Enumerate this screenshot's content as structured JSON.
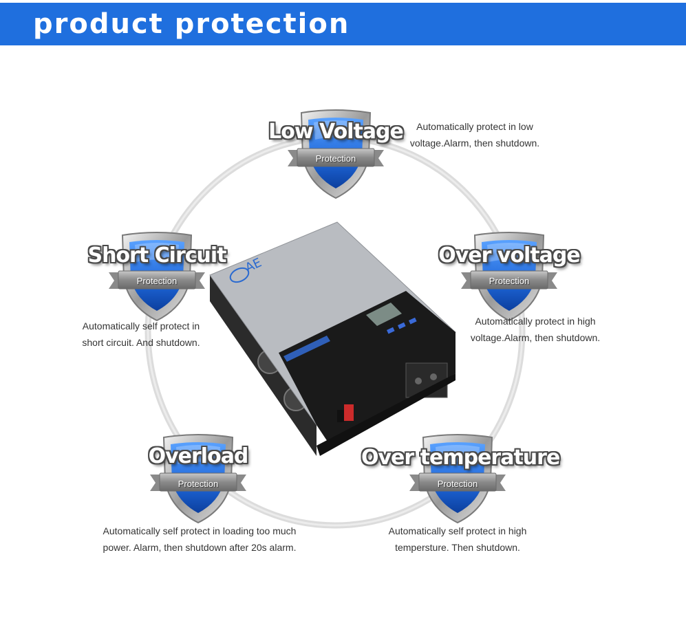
{
  "header": {
    "title": "product protection"
  },
  "protections": [
    {
      "title": "Low Voltage",
      "ribbon": "Protection",
      "desc1": "Automatically protect in low",
      "desc2": "voltage.Alarm, then shutdown."
    },
    {
      "title": "Short Circuit",
      "ribbon": "Protection",
      "desc1": "Automatically self protect in",
      "desc2": "short circuit. And shutdown."
    },
    {
      "title": "Over voltage",
      "ribbon": "Protection",
      "desc1": "Automatically protect in high",
      "desc2": "voltage.Alarm, then shutdown."
    },
    {
      "title": "Overload",
      "ribbon": "Protection",
      "desc1": "Automatically self protect in loading too much",
      "desc2": "power. Alarm, then shutdown after 20s alarm."
    },
    {
      "title": "Over temperature",
      "ribbon": "Protection",
      "desc1": "Automatically self protect in high",
      "desc2": "tempersture. Then shutdown."
    }
  ],
  "colors": {
    "banner": "#1f6fde",
    "shield_blue": "#1e66d8",
    "ring": "#d6d6d6"
  },
  "icons": {
    "shield": "shield-icon",
    "ribbon": "ribbon-banner-icon",
    "device": "inverter-device-illustration"
  }
}
